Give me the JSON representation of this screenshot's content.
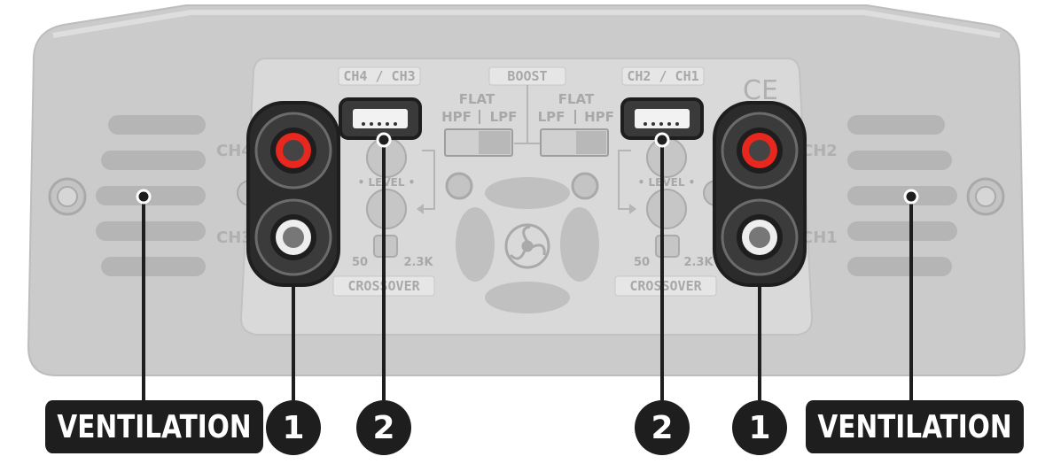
{
  "panel": {
    "left_group": {
      "header": "CH4 / CH3",
      "ch_top": "CH4",
      "ch_bottom": "CH3"
    },
    "right_group": {
      "header": "CH2 / CH1",
      "ch_top": "CH2",
      "ch_bottom": "CH1"
    },
    "boost_label": "BOOST",
    "flat_label": "FLAT",
    "left_switch": {
      "a": "HPF",
      "b": "LPF"
    },
    "right_switch": {
      "a": "LPF",
      "b": "HPF"
    },
    "level_label": "• LEVEL •",
    "crossover_label": "CROSSOVER",
    "crossover_min": "50",
    "crossover_max": "2.3K",
    "ce_mark": "CE"
  },
  "callouts": {
    "ventilation": "VENTILATION",
    "rca_inputs": "1",
    "level_dip": "2"
  },
  "colors": {
    "body": "#cbcbcb",
    "body_dark": "#b9b9b9",
    "panel": "#dcdcdc",
    "outline": "#1e1e1e",
    "rca_red": "#e8281e",
    "rca_white": "#eeeeee"
  }
}
